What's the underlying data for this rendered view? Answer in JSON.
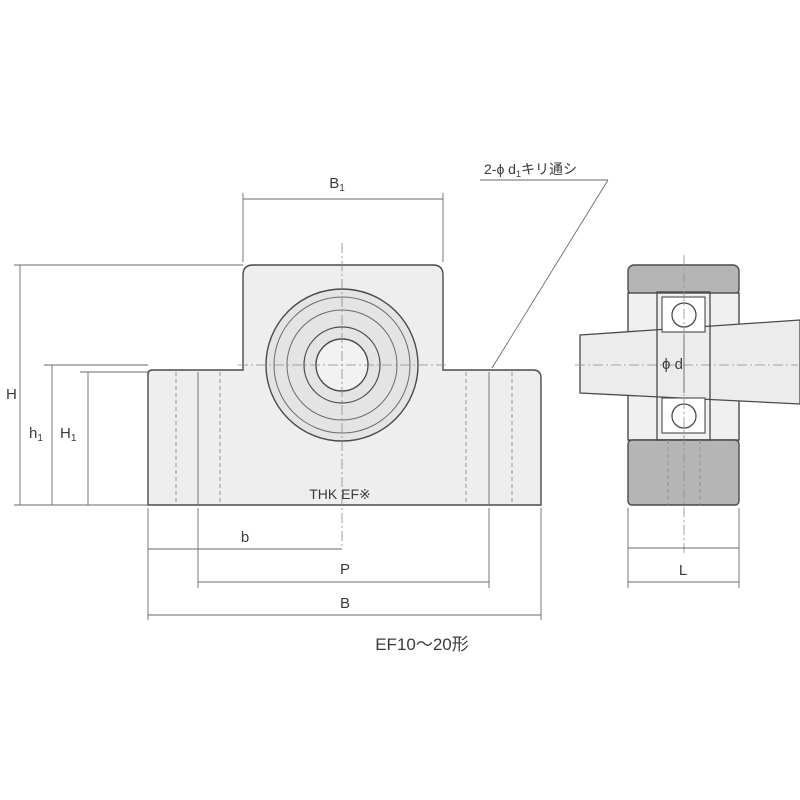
{
  "labels": {
    "B1": "B",
    "B1_sub": "1",
    "H": "H",
    "h1": "h",
    "h1_sub": "1",
    "H1": "H",
    "H1_sub": "1",
    "b": "b",
    "P": "P",
    "B": "B",
    "L": "L",
    "phi_d": "ϕ d",
    "hole_note_pre": "2-ϕ d",
    "hole_note_sub": "1",
    "hole_note_post": "キリ通シ",
    "maker_mark": "THK EF※",
    "model_caption": "EF10～20形"
  }
}
